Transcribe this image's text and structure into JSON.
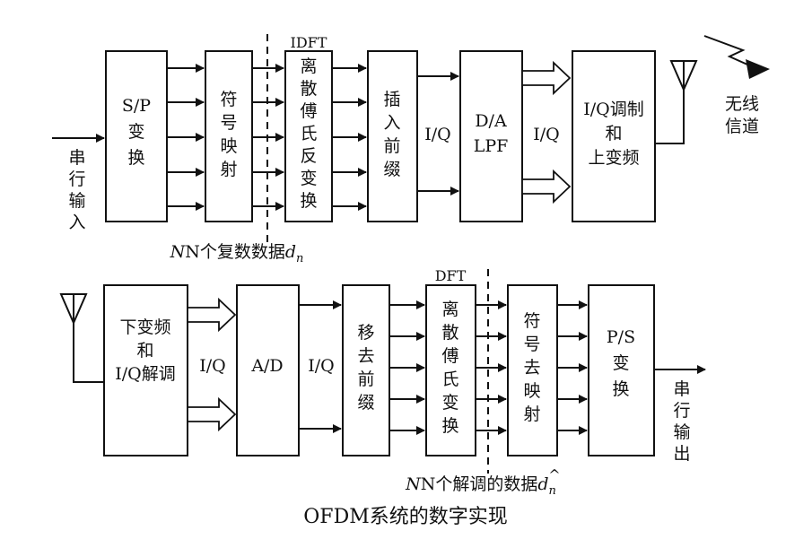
{
  "tx": {
    "serial_input_label": "串\n行\n输\n入",
    "sp_block": "S/P\n变\n换",
    "symbol_map_block": "符\n号\n映\n射",
    "idft_top_label": "IDFT",
    "idft_block": "离\n散\n傅\n氏\n反\n变\n换",
    "cp_insert_block": "插\n入\n前\n缀",
    "iq_label_1": "I/Q",
    "da_block": "D/A\nLPF",
    "iq_label_2": "I/Q",
    "iq_mod_block": "I/Q调制\n和\n上变频",
    "channel_label": "无线\n信道",
    "n_complex_prefix": "N个复数数据",
    "n_complex_symbol": "d",
    "n_complex_sub": "n"
  },
  "rx": {
    "downconv_block": "下变频\n和\nI/Q解调",
    "iq_label_1": "I/Q",
    "ad_block": "A/D",
    "iq_label_2": "I/Q",
    "cp_remove_block": "移\n去\n前\n缀",
    "dft_top_label": "DFT",
    "dft_block": "离\n散\n傅\n氏\n变\n换",
    "symbol_demap_block": "符\n号\n去\n映\n射",
    "ps_block": "P/S\n变\n换",
    "serial_output_label": "串\n行\n输\n出",
    "n_demod_prefix": "N个解调的数据",
    "n_demod_symbol": "d",
    "n_demod_hat": "^",
    "n_demod_sub": "n"
  },
  "caption": "OFDM系统的数字实现"
}
